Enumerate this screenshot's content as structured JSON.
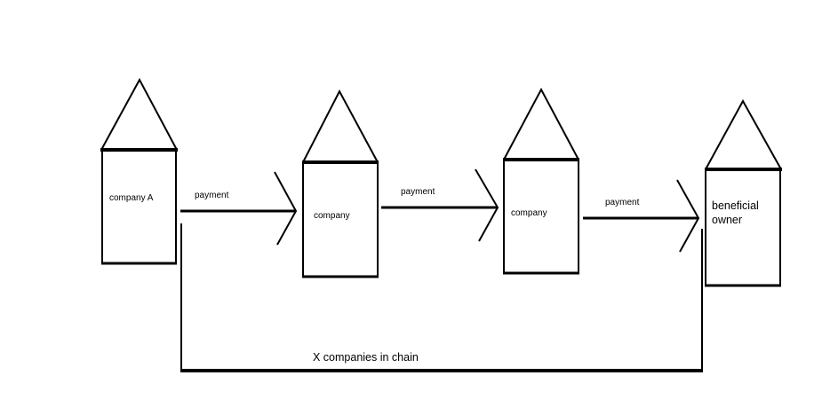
{
  "houses": {
    "company_a": {
      "label": "company A"
    },
    "company_2": {
      "label": "company"
    },
    "company_3": {
      "label": "company"
    },
    "beneficial_owner": {
      "label": "beneficial\nowner"
    }
  },
  "payments": {
    "p1": {
      "label": "payment"
    },
    "p2": {
      "label": "payment"
    },
    "p3": {
      "label": "payment"
    }
  },
  "chain": {
    "label": "X companies in chain"
  },
  "colors": {
    "stroke": "#000000",
    "background": "#ffffff"
  }
}
